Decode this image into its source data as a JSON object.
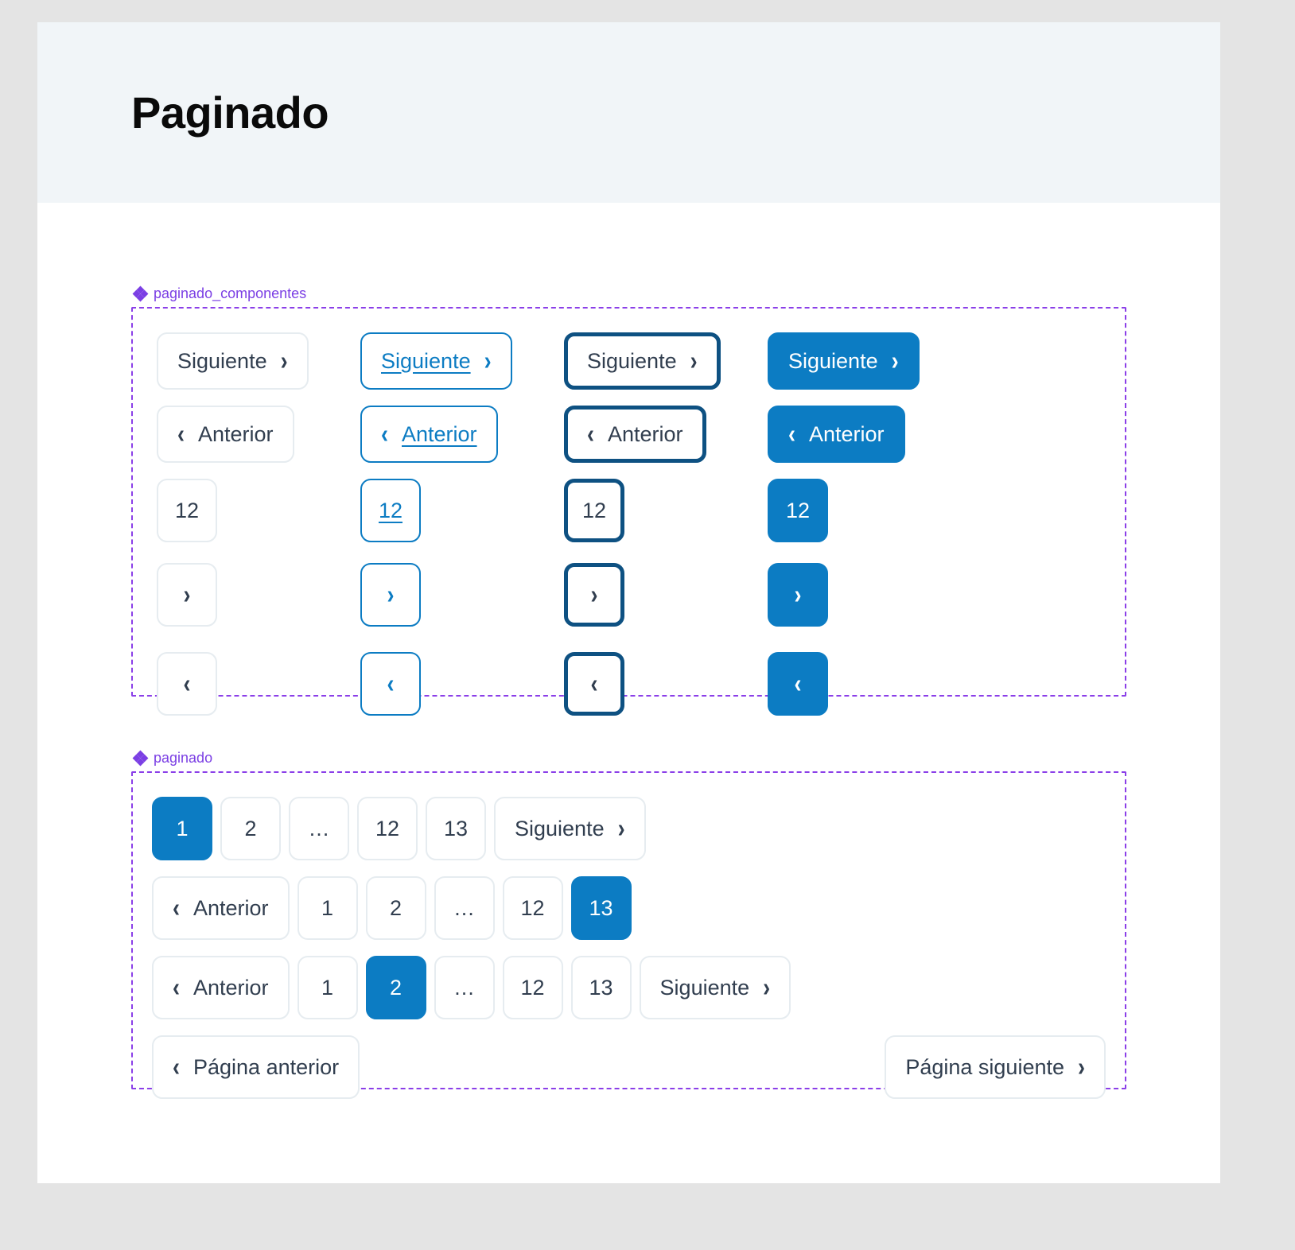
{
  "page": {
    "title": "Paginado",
    "background": "#e4e4e4",
    "canvas_background": "#ffffff",
    "header_background": "#f1f5f8"
  },
  "colors": {
    "accent_blue": "#0c7cc3",
    "focus_navy": "#0e5182",
    "text_slate": "#313e4f",
    "border_default": "#e6ecf0",
    "figma_purple": "#7b3fe4",
    "frame_dashed": "#8b3fe8"
  },
  "icons": {
    "component_diamond": "component-diamond-icon",
    "chevron_right": "›",
    "chevron_left": "‹"
  },
  "frames": [
    {
      "name": "paginado_componentes",
      "label": "paginado_componentes",
      "states": [
        "default",
        "hover",
        "focus",
        "active"
      ],
      "rows": [
        {
          "kind": "next-word",
          "label": "Siguiente",
          "variants": [
            {
              "state": "default",
              "label": "Siguiente",
              "chevron": "›"
            },
            {
              "state": "hover",
              "label": "Siguiente",
              "chevron": "›"
            },
            {
              "state": "focus",
              "label": "Siguiente",
              "chevron": "›"
            },
            {
              "state": "active",
              "label": "Siguiente",
              "chevron": "›"
            }
          ]
        },
        {
          "kind": "prev-word",
          "label": "Anterior",
          "variants": [
            {
              "state": "default",
              "label": "Anterior",
              "chevron": "‹"
            },
            {
              "state": "hover",
              "label": "Anterior",
              "chevron": "‹"
            },
            {
              "state": "focus",
              "label": "Anterior",
              "chevron": "‹"
            },
            {
              "state": "active",
              "label": "Anterior",
              "chevron": "‹"
            }
          ]
        },
        {
          "kind": "number",
          "label": "12",
          "variants": [
            {
              "state": "default",
              "label": "12"
            },
            {
              "state": "hover",
              "label": "12"
            },
            {
              "state": "focus",
              "label": "12"
            },
            {
              "state": "active",
              "label": "12"
            }
          ]
        },
        {
          "kind": "next-icon",
          "variants": [
            {
              "state": "default",
              "chevron": "›"
            },
            {
              "state": "hover",
              "chevron": "›"
            },
            {
              "state": "focus",
              "chevron": "›"
            },
            {
              "state": "active",
              "chevron": "›"
            }
          ]
        },
        {
          "kind": "prev-icon",
          "variants": [
            {
              "state": "default",
              "chevron": "‹"
            },
            {
              "state": "hover",
              "chevron": "‹"
            },
            {
              "state": "focus",
              "chevron": "‹"
            },
            {
              "state": "active",
              "chevron": "‹"
            }
          ]
        }
      ]
    },
    {
      "name": "paginado",
      "label": "paginado",
      "rows": [
        {
          "name": "pagination-first-page",
          "items": [
            {
              "label": "1",
              "type": "number",
              "state": "active"
            },
            {
              "label": "2",
              "type": "number",
              "state": "default"
            },
            {
              "label": "…",
              "type": "ellipsis",
              "state": "default"
            },
            {
              "label": "12",
              "type": "number",
              "state": "default"
            },
            {
              "label": "13",
              "type": "number",
              "state": "default"
            },
            {
              "label": "Siguiente",
              "type": "next",
              "state": "default",
              "chevron": "›"
            }
          ]
        },
        {
          "name": "pagination-last-page",
          "items": [
            {
              "label": "Anterior",
              "type": "prev",
              "state": "default",
              "chevron": "‹"
            },
            {
              "label": "1",
              "type": "number",
              "state": "default"
            },
            {
              "label": "2",
              "type": "number",
              "state": "default"
            },
            {
              "label": "…",
              "type": "ellipsis",
              "state": "default"
            },
            {
              "label": "12",
              "type": "number",
              "state": "default"
            },
            {
              "label": "13",
              "type": "number",
              "state": "active"
            }
          ]
        },
        {
          "name": "pagination-middle-page",
          "items": [
            {
              "label": "Anterior",
              "type": "prev",
              "state": "default",
              "chevron": "‹"
            },
            {
              "label": "1",
              "type": "number",
              "state": "default"
            },
            {
              "label": "2",
              "type": "number",
              "state": "active"
            },
            {
              "label": "…",
              "type": "ellipsis",
              "state": "default"
            },
            {
              "label": "12",
              "type": "number",
              "state": "default"
            },
            {
              "label": "13",
              "type": "number",
              "state": "default"
            },
            {
              "label": "Siguiente",
              "type": "next",
              "state": "default",
              "chevron": "›"
            }
          ]
        },
        {
          "name": "pagination-simple",
          "split": true,
          "items": [
            {
              "label": "Página anterior",
              "type": "prev",
              "state": "default",
              "chevron": "‹"
            },
            {
              "label": "Página siguiente",
              "type": "next",
              "state": "default",
              "chevron": "›"
            }
          ]
        }
      ]
    }
  ]
}
